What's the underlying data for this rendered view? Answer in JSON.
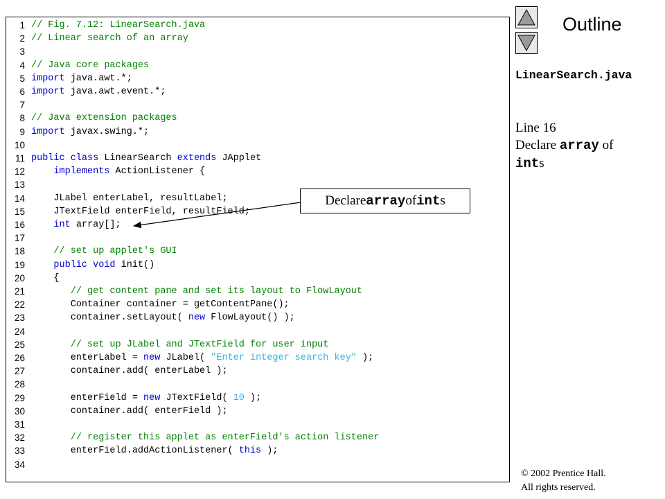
{
  "nav": {
    "up_icon": "triangle-up-icon",
    "down_icon": "triangle-down-icon"
  },
  "outline_label": "Outline",
  "side": {
    "filename": "LinearSearch.java",
    "line_ref": "Line 16",
    "desc_prefix": "Declare ",
    "desc_code1": "array",
    "desc_mid": " of",
    "desc_code2": "int",
    "desc_suffix": "s"
  },
  "callout": {
    "prefix": "Declare ",
    "code1": "array",
    "mid": " of ",
    "code2": "int",
    "suffix": "s"
  },
  "copyright": {
    "line1": "© 2002 Prentice Hall.",
    "line2": "All rights reserved."
  },
  "colors": {
    "comment": "#008000",
    "keyword": "#0000cc",
    "string": "#33b5e5"
  },
  "code_lines": [
    {
      "n": "1",
      "tokens": [
        [
          "comment",
          "// Fig. 7.12: LinearSearch.java"
        ]
      ]
    },
    {
      "n": "2",
      "tokens": [
        [
          "comment",
          "// Linear search of an array"
        ]
      ]
    },
    {
      "n": "3",
      "tokens": []
    },
    {
      "n": "4",
      "tokens": [
        [
          "comment",
          "// Java core packages"
        ]
      ]
    },
    {
      "n": "5",
      "tokens": [
        [
          "kw",
          "import"
        ],
        [
          "plain",
          " java.awt.*;"
        ]
      ]
    },
    {
      "n": "6",
      "tokens": [
        [
          "kw",
          "import"
        ],
        [
          "plain",
          " java.awt.event.*;"
        ]
      ]
    },
    {
      "n": "7",
      "tokens": []
    },
    {
      "n": "8",
      "tokens": [
        [
          "comment",
          "// Java extension packages"
        ]
      ]
    },
    {
      "n": "9",
      "tokens": [
        [
          "kw",
          "import"
        ],
        [
          "plain",
          " javax.swing.*;"
        ]
      ]
    },
    {
      "n": "10",
      "tokens": []
    },
    {
      "n": "11",
      "tokens": [
        [
          "kw",
          "public class"
        ],
        [
          "plain",
          " LinearSearch "
        ],
        [
          "kw",
          "extends"
        ],
        [
          "plain",
          " JApplet"
        ]
      ]
    },
    {
      "n": "12",
      "tokens": [
        [
          "plain",
          "    "
        ],
        [
          "kw",
          "implements"
        ],
        [
          "plain",
          " ActionListener {"
        ]
      ]
    },
    {
      "n": "13",
      "tokens": []
    },
    {
      "n": "14",
      "tokens": [
        [
          "plain",
          "    JLabel enterLabel, resultLabel;"
        ]
      ]
    },
    {
      "n": "15",
      "tokens": [
        [
          "plain",
          "    JTextField enterField, resultField;"
        ]
      ]
    },
    {
      "n": "16",
      "tokens": [
        [
          "plain",
          "    "
        ],
        [
          "kw",
          "int"
        ],
        [
          "plain",
          " array[];"
        ]
      ]
    },
    {
      "n": "17",
      "tokens": []
    },
    {
      "n": "18",
      "tokens": [
        [
          "plain",
          "    "
        ],
        [
          "comment",
          "// set up applet's GUI"
        ]
      ]
    },
    {
      "n": "19",
      "tokens": [
        [
          "plain",
          "    "
        ],
        [
          "kw",
          "public void"
        ],
        [
          "plain",
          " init()"
        ]
      ]
    },
    {
      "n": "20",
      "tokens": [
        [
          "plain",
          "    {"
        ]
      ]
    },
    {
      "n": "21",
      "tokens": [
        [
          "plain",
          "       "
        ],
        [
          "comment",
          "// get content pane and set its layout to FlowLayout"
        ]
      ]
    },
    {
      "n": "22",
      "tokens": [
        [
          "plain",
          "       Container container = getContentPane();"
        ]
      ]
    },
    {
      "n": "23",
      "tokens": [
        [
          "plain",
          "       container.setLayout( "
        ],
        [
          "kw",
          "new"
        ],
        [
          "plain",
          " FlowLayout() );"
        ]
      ]
    },
    {
      "n": "24",
      "tokens": []
    },
    {
      "n": "25",
      "tokens": [
        [
          "plain",
          "       "
        ],
        [
          "comment",
          "// set up JLabel and JTextField for user input"
        ]
      ]
    },
    {
      "n": "26",
      "tokens": [
        [
          "plain",
          "       enterLabel = "
        ],
        [
          "kw",
          "new"
        ],
        [
          "plain",
          " JLabel( "
        ],
        [
          "str",
          "\"Enter integer search key\""
        ],
        [
          "plain",
          " );"
        ]
      ]
    },
    {
      "n": "27",
      "tokens": [
        [
          "plain",
          "       container.add( enterLabel );"
        ]
      ]
    },
    {
      "n": "28",
      "tokens": []
    },
    {
      "n": "29",
      "tokens": [
        [
          "plain",
          "       enterField = "
        ],
        [
          "kw",
          "new"
        ],
        [
          "plain",
          " JTextField( "
        ],
        [
          "num",
          "10"
        ],
        [
          "plain",
          " );"
        ]
      ]
    },
    {
      "n": "30",
      "tokens": [
        [
          "plain",
          "       container.add( enterField );"
        ]
      ]
    },
    {
      "n": "31",
      "tokens": []
    },
    {
      "n": "32",
      "tokens": [
        [
          "plain",
          "       "
        ],
        [
          "comment",
          "// register this applet as enterField's action listener"
        ]
      ]
    },
    {
      "n": "33",
      "tokens": [
        [
          "plain",
          "       enterField.addActionListener( "
        ],
        [
          "kw",
          "this"
        ],
        [
          "plain",
          " );"
        ]
      ]
    },
    {
      "n": "34",
      "tokens": []
    }
  ]
}
